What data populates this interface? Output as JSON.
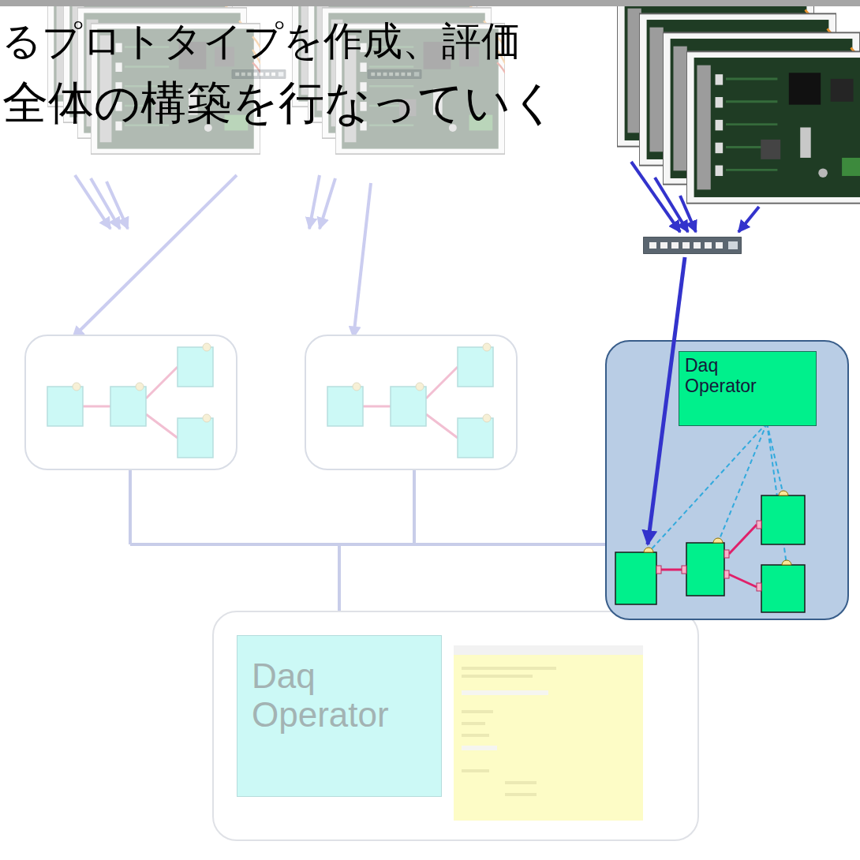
{
  "diagram": {
    "nodes": [
      {
        "text": [
          "Daq Operator"
        ]
      },
      {
        "text": [
          "Daq Operator"
        ]
      }
    ],
    "labels": [
      "るプロトタイプを作成、評価",
      "全体の構築を行なっていく"
    ]
  }
}
